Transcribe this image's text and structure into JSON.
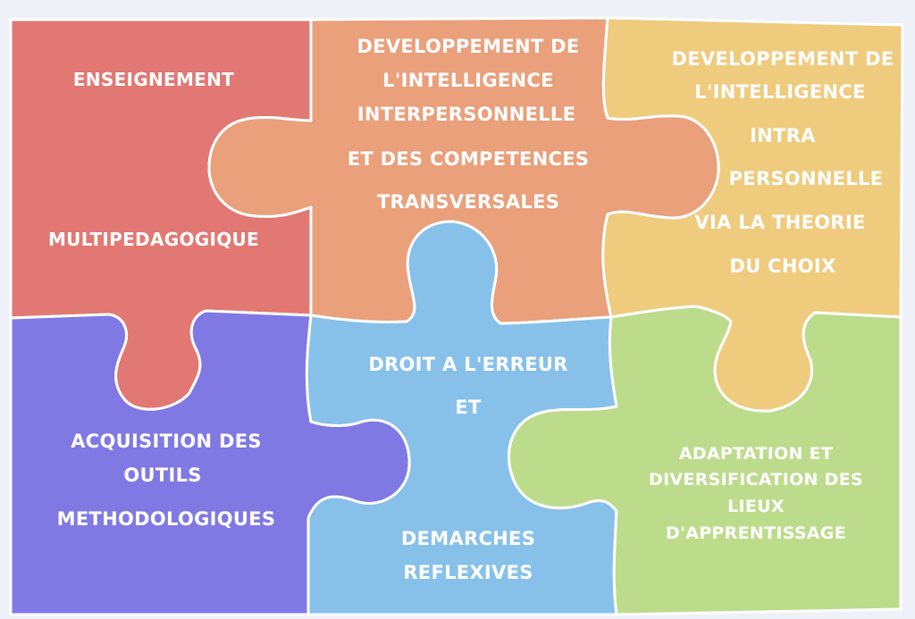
{
  "colors": {
    "background": "#eef1f8",
    "red": "#e27873",
    "orange": "#e9a07b",
    "yellow": "#efcb7e",
    "purple": "#8079e4",
    "blue": "#87c1ea",
    "green": "#bcdc8c",
    "outline": "#ffffff",
    "text": "#ffffff"
  },
  "pieces": {
    "red": {
      "lines": [
        "ENSEIGNEMENT",
        "MULTIPEDAGOGIQUE"
      ]
    },
    "orange": {
      "lines": [
        "DEVELOPPEMENT DE",
        "L'INTELLIGENCE",
        "INTERPERSONNELLE",
        "ET DES COMPETENCES",
        "TRANSVERSALES"
      ]
    },
    "yellow": {
      "lines": [
        "DEVELOPPEMENT DE",
        "L'INTELLIGENCE",
        "INTRA",
        "PERSONNELLE",
        "VIA LA THEORIE",
        "DU CHOIX"
      ]
    },
    "purple": {
      "lines": [
        "ACQUISITION DES",
        "OUTILS",
        "METHODOLOGIQUES"
      ]
    },
    "blue": {
      "lines": [
        "DROIT A L'ERREUR",
        "ET",
        "DEMARCHES",
        "REFLEXIVES"
      ]
    },
    "green": {
      "lines": [
        "ADAPTATION ET",
        "DIVERSIFICATION DES",
        "LIEUX",
        "D'APPRENTISSAGE"
      ]
    }
  }
}
